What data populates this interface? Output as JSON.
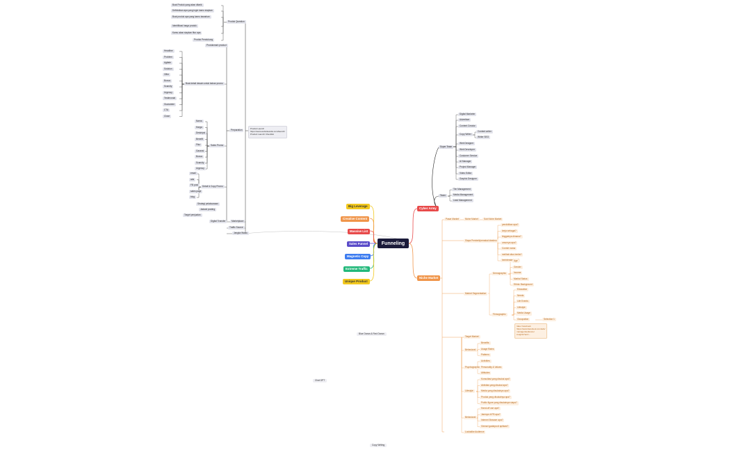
{
  "center": "Funneling",
  "left_branches": [
    {
      "label": "Big Leverage",
      "color": "#f2c81e",
      "text": "#333"
    },
    {
      "label": "Creative Content",
      "color": "#f0954a",
      "text": "#fff"
    },
    {
      "label": "Massive List",
      "color": "#e84a4a",
      "text": "#fff"
    },
    {
      "label": "Sales Funnel",
      "color": "#5a4bc8",
      "text": "#fff"
    },
    {
      "label": "Magnetic Copy",
      "color": "#3d7cf0",
      "text": "#fff"
    },
    {
      "label": "Extreme Traffic",
      "color": "#22b87a",
      "text": "#fff"
    },
    {
      "label": "Unique Product",
      "color": "#f2c81e",
      "text": "#333"
    }
  ],
  "cyber_army": {
    "label": "Cyber Army",
    "super_team": {
      "label": "Super Team",
      "items": [
        "Digital Marketer",
        "Advertiser",
        "Content Creator",
        "Copy Writer",
        "Web Designer",
        "Web Developer",
        "Customer Service",
        "AI Manager",
        "Project Manager",
        "Video Editor",
        "Graphic Designer"
      ],
      "copy_writer_children": [
        "Content writer",
        "Writer SEO"
      ]
    },
    "team": {
      "label": "Team",
      "items": [
        "Tim Management",
        "Media Management",
        "Lead Management"
      ]
    }
  },
  "niche_market": {
    "label": "Niche Market",
    "pasar": {
      "label": "Pasar Market",
      "mid": "Niche Market",
      "leaf": "Sub Niche Market"
    },
    "siapa": {
      "label": "Siapa Pembeli/pemakai idealmu",
      "items": [
        "pendidikan apa?",
        "kerja sebagai?",
        "tinggalnya dimana?",
        "umurnya apa?",
        "Contoh nama",
        "melihat situs berita?",
        "berinteraksi apa?"
      ]
    },
    "market_seg": {
      "label": "Market Segmentation",
      "demographic": {
        "label": "Demographic",
        "items": [
          "Age",
          "Gender",
          "Income",
          "Marital Status",
          "Ethnic Background"
        ]
      },
      "firmographic": {
        "label": "Firmographic",
        "items": [
          "Education",
          "Needs",
          "Life Events",
          "Lifestyle",
          "Media Usage",
          "Occupation"
        ],
        "occ_child": "Selection 1"
      },
      "note": "Idea: Facebook\nhttps://www.facebook.com/ads/\nmanager/audience/\ninsights?act=..."
    },
    "target": {
      "label": "Target Market",
      "behavior": {
        "label": "Behavioral",
        "items": [
          "Benefits",
          "Usage Rates",
          "Patterns"
        ]
      },
      "psycho": {
        "label": "Psychographics",
        "items": [
          "Activities",
          "Personality & Values",
          "Attitudes"
        ]
      },
      "lifestyle": {
        "label": "Lifestyle",
        "items": [
          "Konsultasi yang disukai apa?",
          "Aktivitas yang disukai apa?",
          "Media yang disukainya apa?",
          "Produk yang disukainya apa?",
          "Public figure yang disukainya siapa?"
        ]
      },
      "behavior2": {
        "label": "Behavioral",
        "items": [
          "Hand-off use apa?",
          "Jamnya di FB apa?",
          "Internet Browser apa?",
          "Gemari gadaiya di aplikasi?"
        ]
      },
      "last": "Lookalike Audience"
    }
  },
  "left_tree": {
    "produk_question": {
      "label": "Produk Question",
      "items": [
        "Buat Produk yang akan ditarik",
        "Definisikan apa yang ingin kamu siapkan",
        "Buat produk apa yang kamu tawarkan",
        "Identifikasi harga produk",
        "Kamu akan siapkan fitur apa",
        "Produk Pendukung"
      ]
    },
    "product_branch": "Preparation",
    "buat_detail": {
      "label": "Buat detail desain untuk bahan promo",
      "items": [
        "Headline",
        "Problem",
        "Agitate",
        "Solution",
        "Offer",
        "Bonus",
        "Scarcity",
        "Urgency",
        "Testimonial",
        "Guarantee",
        "CTA",
        "Close"
      ]
    },
    "sales_promo": {
      "label": "Sales Promo",
      "items": [
        "Nama",
        "Harga",
        "Deskripsi",
        "Benefit",
        "Fitur",
        "Garansi",
        "Bonus",
        "Scarcity",
        "Urgency"
      ]
    },
    "detail_pr": {
      "label": "Detail & Copy Promo",
      "items": [
        "email",
        "ads",
        "FB post",
        "sales page",
        "blog"
      ]
    },
    "tail": [
      "Strategi pelaksanaan",
      "Jadwal posting",
      "Target penjualan",
      "Marketplace",
      "Digital Transfer",
      "Traffic Source",
      "Jangka Waktu"
    ],
    "product_launch_note": "Produk Launch\nhttps://www.websiteanda.com/launch/\nProduct Launch Checklist"
  },
  "floating": [
    "Blue Ocean & Red Ocean",
    "Chat GPT",
    "Copy Writing"
  ]
}
